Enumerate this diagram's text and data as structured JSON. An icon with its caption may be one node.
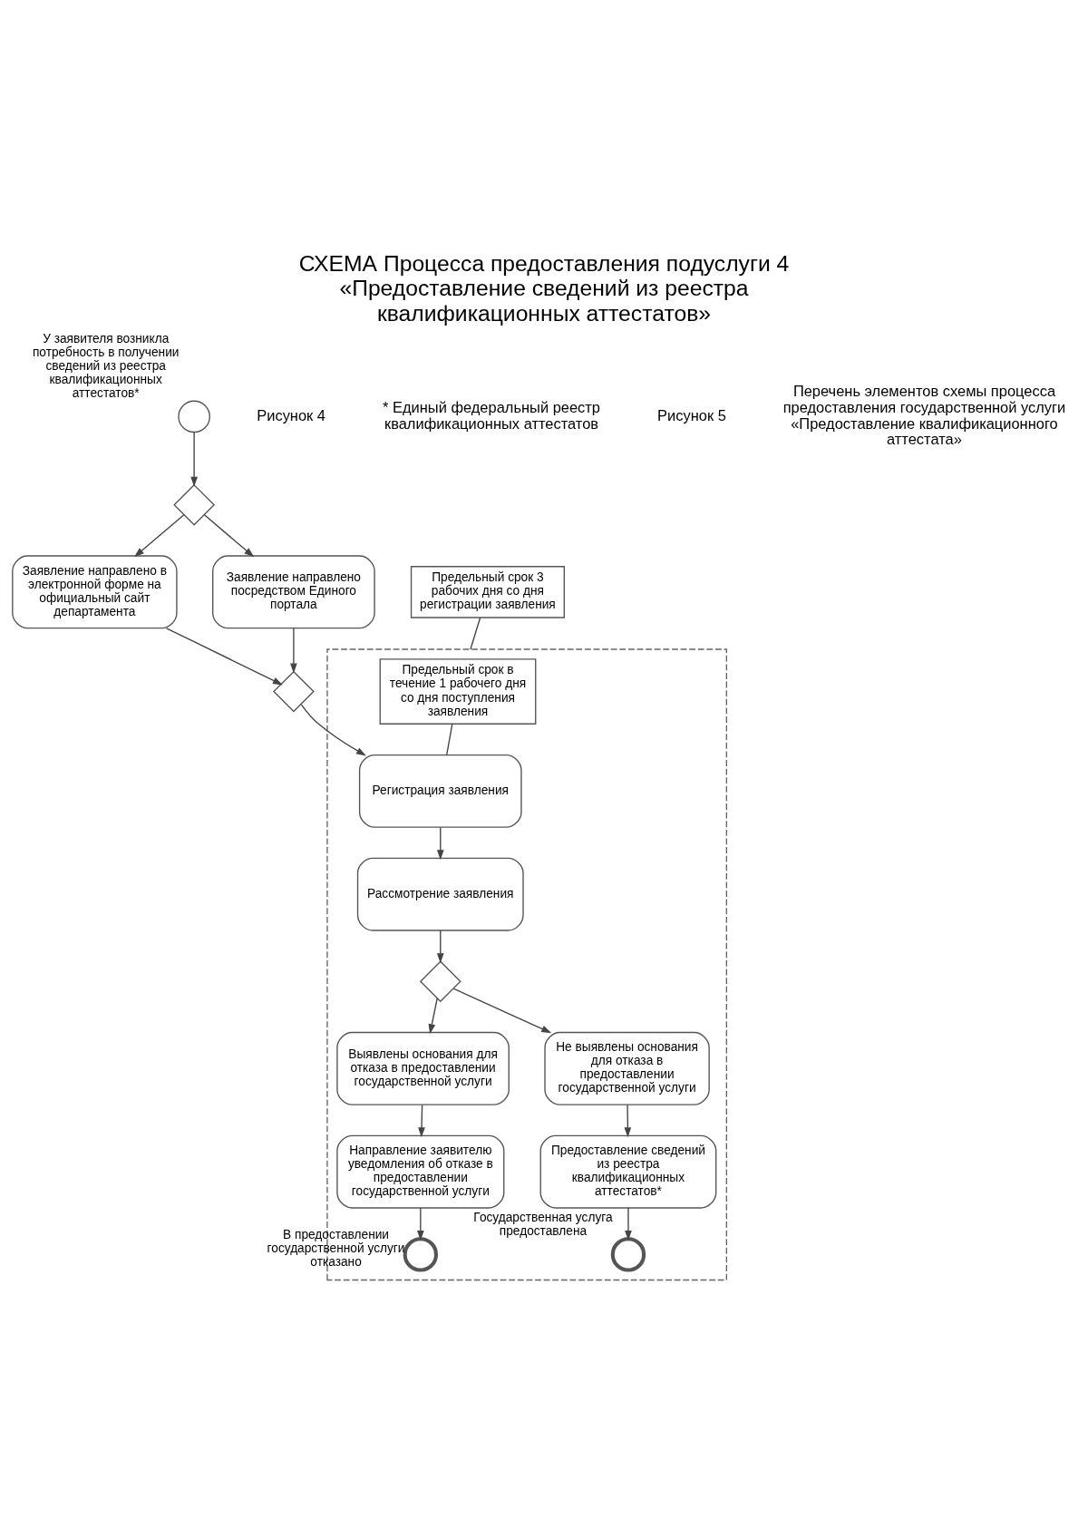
{
  "diagram": {
    "title": "СХЕМА Процесса предоставления подуслуги 4 «Предоставление сведений из реестра квалификационных аттестатов»",
    "nodes": [
      {
        "text": [],
        "shape": "circle",
        "beside": [
          "У заявителя возникла потребность в получении сведений из реестра квалификационных аттестатов*"
        ]
      },
      {
        "text": [],
        "shape": "diamond"
      },
      {
        "text": [
          "Заявление направлено в электронной форме на официальный сайт департамента"
        ]
      },
      {
        "text": [
          "Заявление направлено посредством Единого портала"
        ]
      },
      {
        "text": [],
        "shape": "diamond"
      },
      {
        "text": [],
        "shape": "box"
      },
      {
        "text": [
          "Предельный срок 3 рабочих дня со дня регистрации заявления"
        ]
      },
      {
        "text": [
          "Предельный срок в течение 1 рабочего дня со дня поступления заявления"
        ],
        "in": 5
      },
      {
        "text": [
          "Регистрация заявления"
        ],
        "in": 5
      },
      {
        "text": [
          "Рассмотрение заявления"
        ],
        "in": 5
      },
      {
        "text": [],
        "shape": "diamond",
        "in": 5
      },
      {
        "text": [
          "Выявлены основания для отказа в предоставлении государственной услуги"
        ],
        "in": 5
      },
      {
        "text": [
          "Предоставление сведений из реестра квалификационных аттестатов*"
        ],
        "in": 5
      },
      {
        "text": [
          "Не выявлены основания для отказа в предоставлении государственной услуги"
        ],
        "in": 5
      },
      {
        "text": [
          "Направление заявителю уведомления об отказе в предоставлении государственной услуги"
        ],
        "in": 5
      },
      {
        "text": [],
        "shape": "circle",
        "in": 5,
        "beside": [
          "Государственная услуга предоставлена"
        ]
      },
      {
        "text": [],
        "shape": "circle",
        "in": 5,
        "beside": [
          "В предоставлении государственной услуги отказано"
        ]
      }
    ],
    "edges": [
      {
        "from": 0,
        "to": 1,
        "arrow": "to"
      },
      {
        "from": 1,
        "to": 2,
        "arrow": "to"
      },
      {
        "from": 1,
        "to": 3,
        "arrow": "to"
      },
      {
        "from": 2,
        "to": 4,
        "arrow": "to"
      },
      {
        "from": 3,
        "to": 4,
        "arrow": "to"
      },
      {
        "from": 4,
        "to": 8,
        "arrow": "to"
      },
      {
        "from": 8,
        "to": 9,
        "arrow": "to"
      },
      {
        "from": 9,
        "to": 10,
        "arrow": "to"
      },
      {
        "from": 10,
        "to": 11,
        "arrow": "to"
      },
      {
        "from": 10,
        "to": 13,
        "arrow": "to"
      },
      {
        "from": 11,
        "to": 14,
        "arrow": "to"
      },
      {
        "from": 13,
        "to": 12,
        "arrow": "to"
      },
      {
        "from": 12,
        "to": 15,
        "arrow": "to"
      },
      {
        "from": 14,
        "to": 16,
        "arrow": "to"
      },
      {
        "from": 6,
        "to": 5,
        "arrow": "none"
      },
      {
        "from": 7,
        "to": 8,
        "arrow": "none"
      }
    ],
    "labels": [
      "Рисунок 4",
      "* Единый федеральный реестр квалификационных аттестатов",
      "Рисунок 5",
      "Перечень элементов схемы процесса предоставления государственной услуги «Предоставление квалификационного аттестата»"
    ]
  }
}
